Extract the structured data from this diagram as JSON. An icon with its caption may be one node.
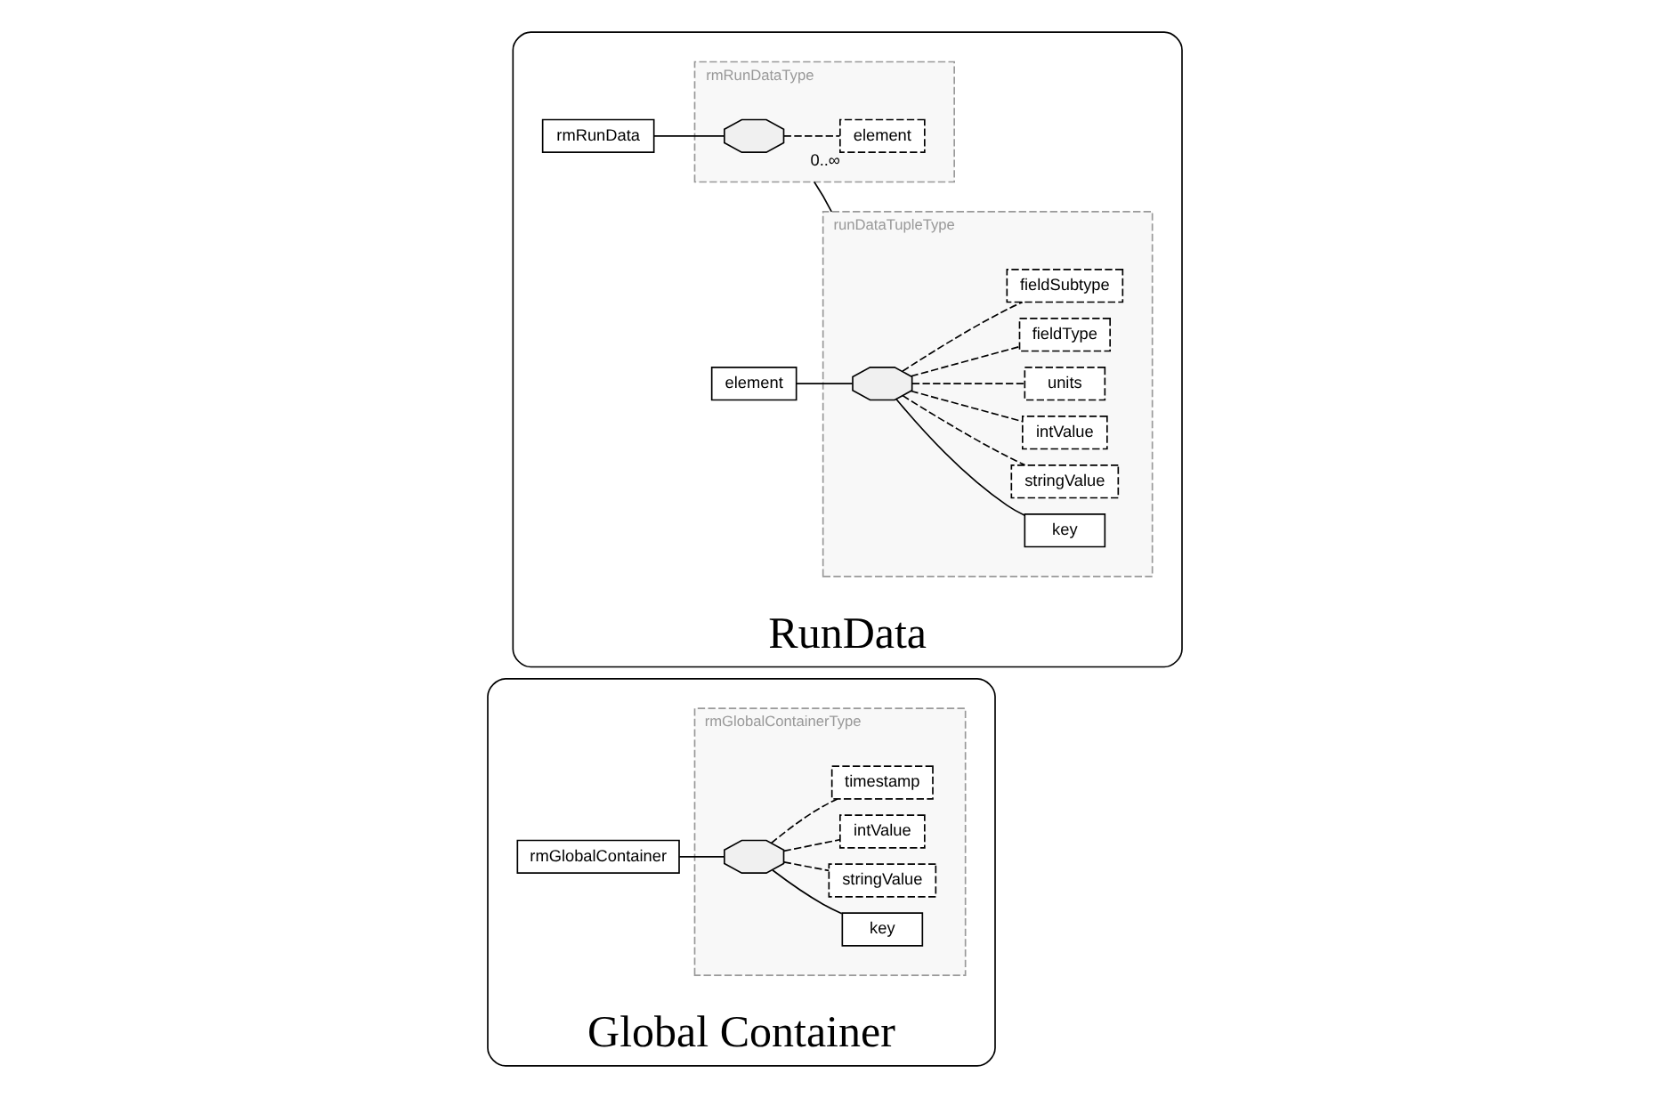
{
  "diagram": {
    "nodes": [
      {
        "text": [
          "Global Container"
        ]
      },
      {
        "text": [
          "rmGlobalContainer"
        ],
        "in": 0
      },
      {
        "text": [
          "rmGlobalContainerType"
        ],
        "in": 0
      },
      {
        "text": [],
        "shape": "octagon",
        "in": 2
      },
      {
        "text": [
          "key"
        ],
        "in": 2
      },
      {
        "text": [
          "stringValue"
        ],
        "in": 2
      },
      {
        "text": [
          "intValue"
        ],
        "in": 2
      },
      {
        "text": [
          "timestamp"
        ],
        "in": 2
      },
      {
        "text": [
          "RunData"
        ]
      },
      {
        "text": [
          "rmRunData"
        ],
        "in": 8
      },
      {
        "text": [
          "rmRunDataType"
        ],
        "in": 8
      },
      {
        "text": [],
        "shape": "octagon",
        "in": 10
      },
      {
        "text": [
          "element"
        ],
        "in": 10,
        "beside": [
          "0..∞"
        ]
      },
      {
        "text": [
          "element"
        ],
        "in": 8
      },
      {
        "text": [
          "runDataTupleType"
        ],
        "in": 8
      },
      {
        "text": [],
        "shape": "octagon",
        "in": 14
      },
      {
        "text": [
          "key"
        ],
        "in": 14
      },
      {
        "text": [
          "stringValue"
        ],
        "in": 14
      },
      {
        "text": [
          "intValue"
        ],
        "in": 14
      },
      {
        "text": [
          "units"
        ],
        "in": 14
      },
      {
        "text": [
          "fieldType"
        ],
        "in": 14
      },
      {
        "text": [
          "fieldSubtype"
        ],
        "in": 14
      }
    ],
    "edges": [
      {
        "from": 1,
        "to": 3,
        "arrow": "none"
      },
      {
        "from": 3,
        "to": 4,
        "arrow": "none"
      },
      {
        "from": 3,
        "to": 5,
        "arrow": "none",
        "style": "dashed"
      },
      {
        "from": 3,
        "to": 6,
        "arrow": "none",
        "style": "dashed"
      },
      {
        "from": 3,
        "to": 7,
        "arrow": "none",
        "style": "dashed"
      },
      {
        "from": 9,
        "to": 11,
        "arrow": "none"
      },
      {
        "from": 11,
        "to": 12,
        "arrow": "none",
        "style": "dashed"
      },
      {
        "from": 10,
        "to": 14,
        "arrow": "none"
      },
      {
        "from": 13,
        "to": 15,
        "arrow": "none"
      },
      {
        "from": 15,
        "to": 16,
        "arrow": "none"
      },
      {
        "from": 15,
        "to": 17,
        "arrow": "none",
        "style": "dashed"
      },
      {
        "from": 15,
        "to": 18,
        "arrow": "none",
        "style": "dashed"
      },
      {
        "from": 15,
        "to": 19,
        "arrow": "none",
        "style": "dashed"
      },
      {
        "from": 15,
        "to": 20,
        "arrow": "none",
        "style": "dashed"
      },
      {
        "from": 15,
        "to": 21,
        "arrow": "none",
        "style": "dashed"
      }
    ]
  }
}
